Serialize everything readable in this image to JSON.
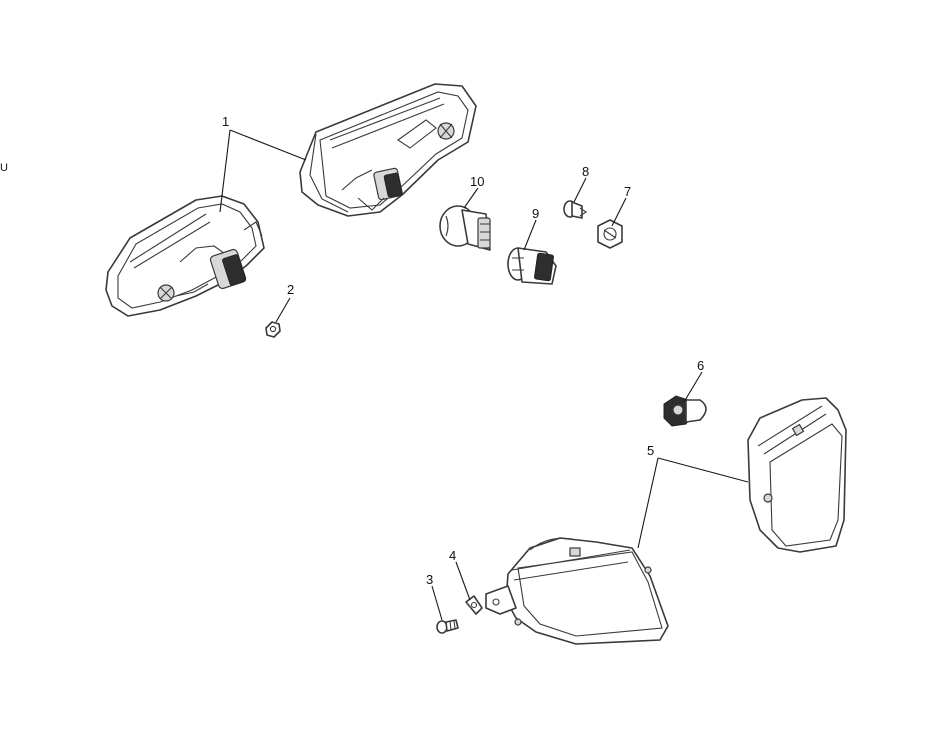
{
  "diagram": {
    "margin_mark": "U",
    "callouts": [
      {
        "id": "c1",
        "label": "1"
      },
      {
        "id": "c2",
        "label": "2"
      },
      {
        "id": "c3",
        "label": "3"
      },
      {
        "id": "c4",
        "label": "4"
      },
      {
        "id": "c5",
        "label": "5"
      },
      {
        "id": "c6",
        "label": "6"
      },
      {
        "id": "c7",
        "label": "7"
      },
      {
        "id": "c8",
        "label": "8"
      },
      {
        "id": "c9",
        "label": "9"
      },
      {
        "id": "c10",
        "label": "10"
      }
    ]
  }
}
